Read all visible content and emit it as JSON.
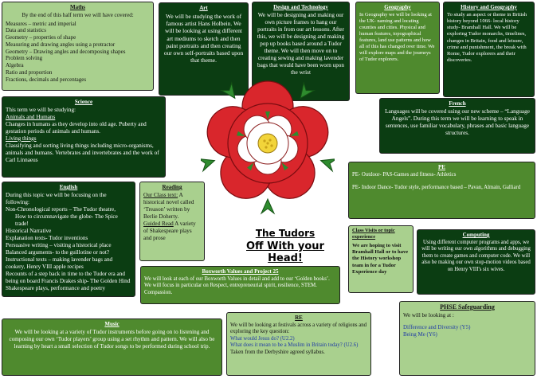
{
  "maths": {
    "title": "Maths",
    "intro": "By the end of this half term we will have covered:",
    "items": [
      "Measures – metric and imperial",
      "Data and statistics",
      "Geometry – properties of shape",
      "Measuring and drawing angles using a protractor",
      "Geometry – Drawing angles and decomposing shapes",
      "Problem solving",
      "Algebra",
      "Ratio and proportion",
      "Fractions, decimals and percentages"
    ]
  },
  "art": {
    "title": "Art",
    "text": "We will be studying the work of famous artist Hans Holbein. We will be looking at using different art mediums to sketch and then paint portraits and then creating our own self-portraits based upon that theme."
  },
  "dt": {
    "title": "Design and Technology",
    "text": "We will be designing and making our own picture frames to hang our portraits in from our art lessons. After this, we will be designing and making pop up books based around a Tudor theme. We will then move on to creating sewing and making lavender bags that would have been worn upon the wrist"
  },
  "geography": {
    "title": "Geography",
    "text": "In Geography we will be looking at the UK- naming and locating counties and cities. Physical and human features, topographical features, land use patterns and how all of this has changed over time. We will explore maps and the journeys of Tudor explorers."
  },
  "history": {
    "title": "History and Geography",
    "text": "To study an aspect or theme in British history beyond 1066- local history study- Bramhall Hall. We will be exploring Tudor monarchs, timelines, changes in Britain, food and leisure, crime and punishment, the break with Rome, Tudor explorers and their discoveries."
  },
  "science": {
    "title": "Science",
    "intro": "This term we will be studying:",
    "topic1": "Animals and Humans",
    "text1": "Changes in humans as they develop into old age. Puberty and gestation periods of animals and humans.",
    "topic2": "Living things",
    "text2": "Classifying and sorting living things including micro-organisms, animals and humans. Vertebrates and invertebrates and the work of Carl Linnaeus"
  },
  "french": {
    "title": "French",
    "text": "Languages will be covered using our new scheme – “Language Angels”. During this term we will be learning to speak in sentences, use familiar vocabulary, phrases and basic language structures."
  },
  "pe": {
    "title": "PE",
    "line1": "PE- Outdoor- PAS-Games and fitness- Athletics",
    "line2": "PE- Indoor Dance- Tudor style, performance based – Pavan, Almain, Galliard"
  },
  "english": {
    "title": "English",
    "intro": "During this topic we will be focusing on the following:",
    "items": [
      "Non-Chronological reports – The Tudor theatre,",
      "How to circumnavigate the globe- The Spice trade!",
      "Historical Narrative",
      "Explanation texts- Tudor inventions",
      "Persuasive writing – visiting a historical place",
      "Balanced arguments- to the guillotine or not?",
      "Instructional texts – making lavender bags and cookery, Henry VIII apple recipes",
      "Recounts of a step back in time to the Tudor era and being on board Francis Drakes ship- The Golden Hind",
      "Shakespeare plays, performance and poetry"
    ]
  },
  "reading": {
    "title": "Reading",
    "class_text_label": "Our Class text:",
    "class_text": "A historical novel called ‘Treason’ written by Berlie Doherty.",
    "guided_label": "Guided Read",
    "guided_text": "A variety of Shakespeare plays and prose"
  },
  "tudor": {
    "line1": "The Tudors",
    "line2": "Off With your Head!"
  },
  "visits": {
    "title": "Class Visits or topic experience",
    "text": "We are hoping to visit Bramhall Hall or to have the History workshop team in for a Tudor Experience day"
  },
  "computing": {
    "title": "Computing",
    "text": "Using different computer programs and apps, we will be writing our own algorithms and debugging them to create games and computer code. We will also be making our own stop-motion videos based on Henry VIII's six wives."
  },
  "boxworth": {
    "title": "Boxworth Values and Project 25",
    "text": "We will look at each of our Boxworth Values in detail and add to our ‘Golden books’. We will focus in particular on Respect, entrepreneurial spirit, resilience, STEM. Compassion."
  },
  "music": {
    "title": "Music",
    "text": "We will be looking at a variety of Tudor instruments before going on to listening and composing our own ‘Tudor players’ group using a set rhythm and pattern. We will also be learning by heart a small selection of Tudor songs to be performed during school trip."
  },
  "re": {
    "title": "RE",
    "intro": "We will be looking at festivals across a variety of religions and exploring the key question:",
    "q1": "What would Jesus do? (U2.2)",
    "q2": "What does it mean to be a Muslim in Britain today? (U2.6)",
    "outro": "Taken from the Derbyshire agreed syllabus."
  },
  "phse": {
    "title": "PHSE Safeguarding",
    "intro": "We will be looking at :",
    "item1": "Difference and Diversity (Y5)",
    "item2": "Being Me (Y6)"
  },
  "colors": {
    "dark_green": "#0b3d12",
    "light_green": "#a9d08e",
    "mid_green": "#4f8a2e",
    "rose_red": "#d9262c",
    "rose_white": "#ffffff",
    "leaf_green": "#2e8b2e"
  }
}
